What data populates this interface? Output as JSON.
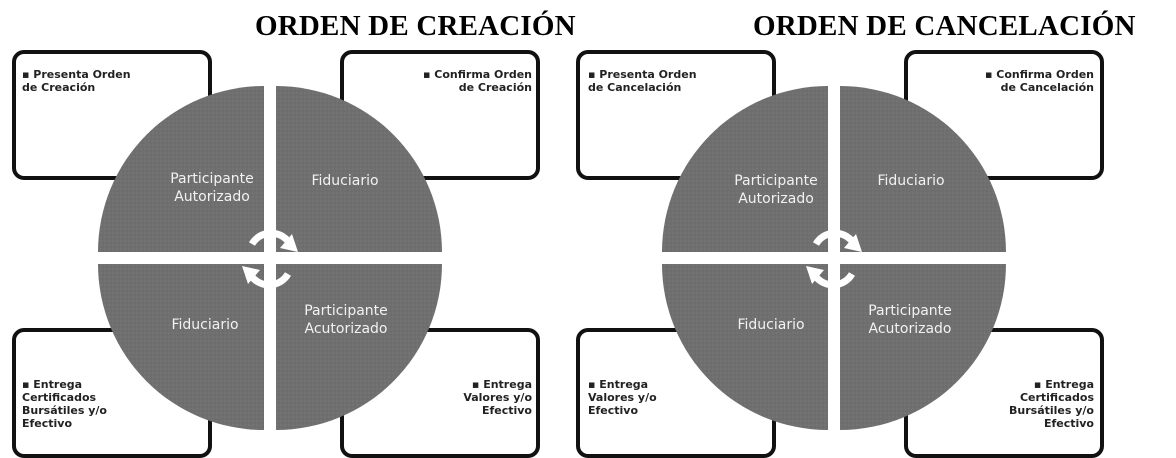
{
  "diagrams": [
    {
      "title": "ORDEN DE CREACIÓN",
      "top_left_box": "▪ Presenta Orden\nde Creación",
      "top_right_box": "▪ Confirma Orden\nde Creación",
      "bottom_left_box": "▪ Entrega\nCertificados\nBursátiles y/o\nEfectivo",
      "bottom_right_box": "▪ Entrega\nValores y/o\nEfectivo",
      "quadrants": {
        "top_left": "Participante\nAutorizado",
        "top_right": "Fiduciario",
        "bottom_left": "Fiduciario",
        "bottom_right": "Participante\nAcutorizado"
      }
    },
    {
      "title": "ORDEN DE CANCELACIÓN",
      "top_left_box": "▪ Presenta Orden\nde Cancelación",
      "top_right_box": "▪ Confirma Orden\nde Cancelación",
      "bottom_left_box": "▪ Entrega\nValores y/o\nEfectivo",
      "bottom_right_box": "▪ Entrega\nCertificados\nBursátiles y/o\nEfectivo",
      "quadrants": {
        "top_left": "Participante\nAutorizado",
        "top_right": "Fiduciario",
        "bottom_left": "Fiduciario",
        "bottom_right": "Participante\nAcutorizado"
      }
    }
  ],
  "colors": {
    "quadrant_fill": "#707070",
    "box_border": "#111111",
    "cycle_icon": "#ffffff"
  },
  "center_icon": "cycle-arrows-icon"
}
